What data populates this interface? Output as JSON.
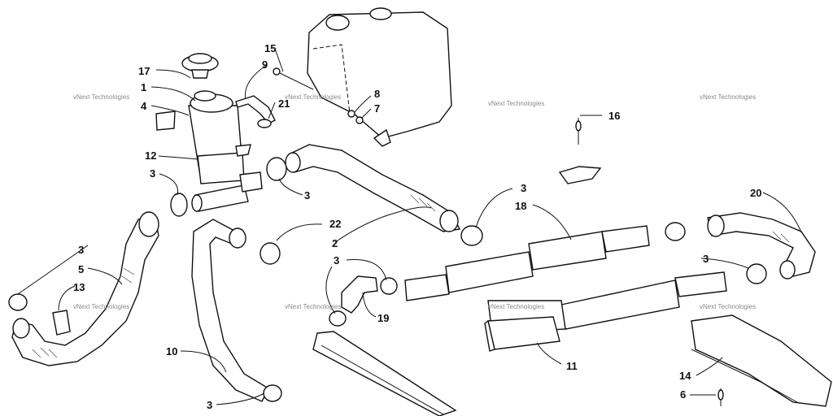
{
  "diagram": {
    "watermark_text": "vNext Technologies",
    "callouts": {
      "c1": "1",
      "c2": "2",
      "c3": "3",
      "c4": "4",
      "c5": "5",
      "c6": "6",
      "c7": "7",
      "c8": "8",
      "c9": "9",
      "c10": "10",
      "c11": "11",
      "c12": "12",
      "c13": "13",
      "c14": "14",
      "c15": "15",
      "c16": "16",
      "c17": "17",
      "c18": "18",
      "c19": "19",
      "c20": "20",
      "c21": "21",
      "c22": "22"
    }
  }
}
